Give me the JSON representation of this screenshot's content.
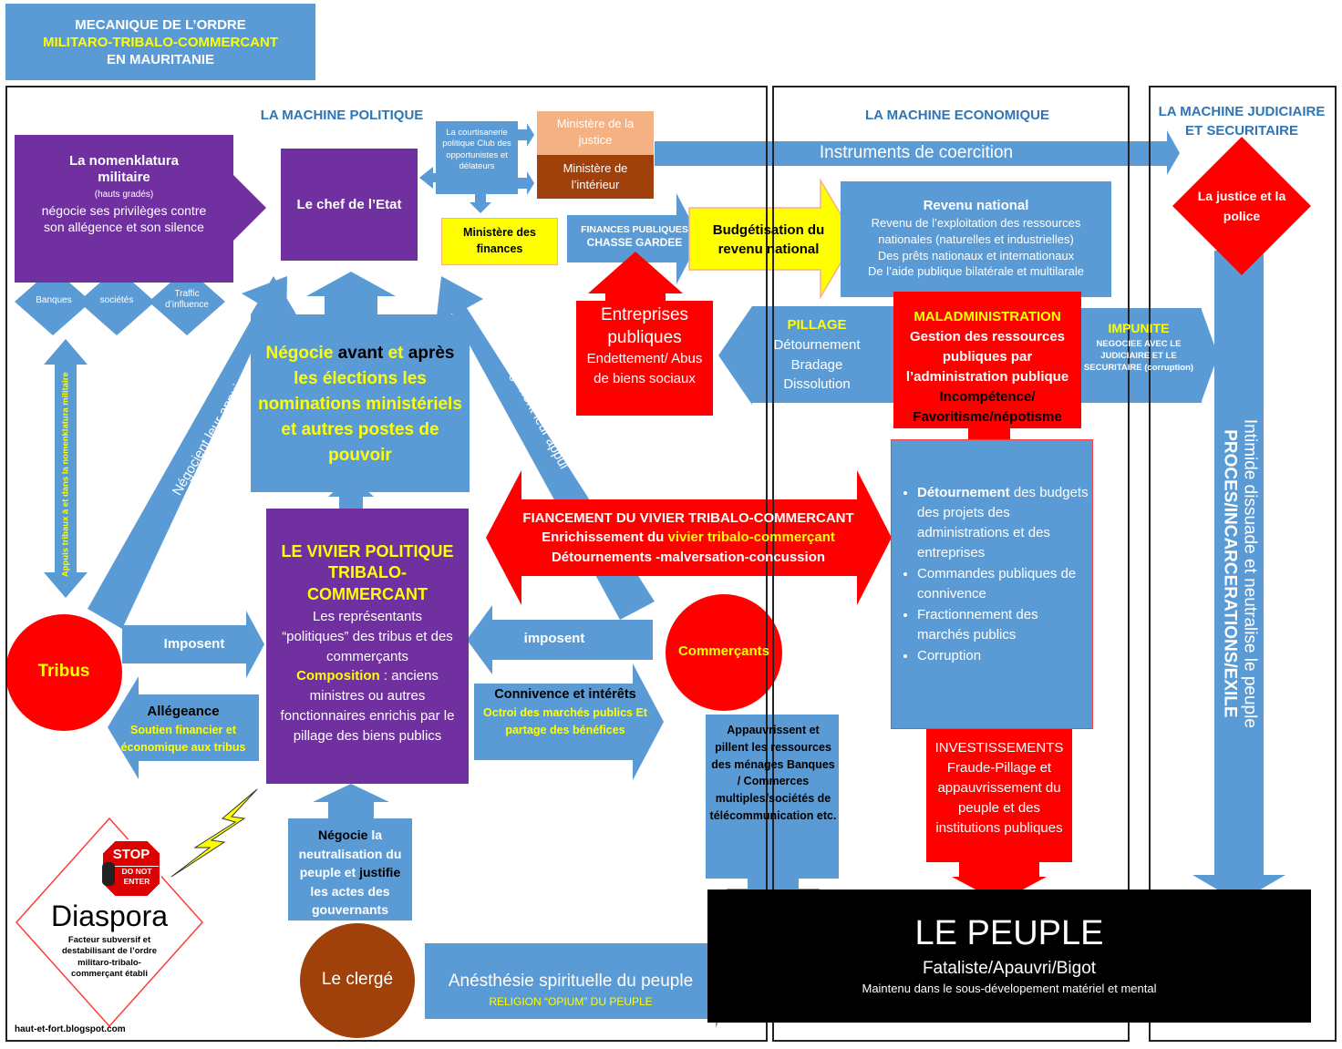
{
  "title": {
    "line1": "MECANIQUE DE L’ORDRE",
    "line2": "MILITARO-TRIBALO-COMMERCANT",
    "line3": "EN MAURITANIE"
  },
  "sections": {
    "politique": "LA MACHINE POLITIQUE",
    "economique": "LA MACHINE ECONOMIQUE",
    "judiciaire": "LA MACHINE JUDICIAIRE ET SECURITAIRE"
  },
  "nomenklatura": {
    "title": "La nomenklatura militaire",
    "sub": "(hauts gradés)",
    "body": "négocie ses privilèges contre son allégence et son silence"
  },
  "diamonds": {
    "banques": "Banques",
    "societes": "sociétés",
    "trafic": "Traffic d’influence"
  },
  "chef_etat": "Le chef de l’Etat",
  "courtisanerie": "La courtisanerie politique Club des opportunistes et délateurs",
  "ministere_justice": "Ministère de la justice",
  "ministere_interieur": "Ministère de l’intérieur",
  "ministere_finances": "Ministère des finances",
  "instruments": "Instruments de coercition",
  "finances_publiques": {
    "line1": "FINANCES PUBLIQUES",
    "line2": "CHASSE GARDEE"
  },
  "budgetisation": "Budgétisation du revenu national",
  "revenu": {
    "title": "Revenu national",
    "l1": "Revenu de l’exploitation des ressources nationales (naturelles et industrielles)",
    "l2": "Des prêts nationaux et internationaux",
    "l3": "De l’aide publique bilatérale et multilarale"
  },
  "justice_police": "La justice et la police",
  "entreprises": {
    "title": "Entreprises publiques",
    "body": "Endettement/ Abus de biens sociaux"
  },
  "pillage": {
    "title": "PILLAGE",
    "l1": "Détournement",
    "l2": "Bradage",
    "l3": "Dissolution"
  },
  "maladmin": {
    "title": "MALADMINISTRATION",
    "l1": "Gestion des ressources publiques par l’administration publique",
    "l2": "Incompétence/ Favoritisme/népotisme"
  },
  "impunite": {
    "title": "IMPUNITE",
    "body": "NEGOCIEE AVEC LE JUDICIAIRE ET LE SECURITAIRE (corruption)"
  },
  "negocie_center": {
    "p1": "Négocie",
    "p2": " avant ",
    "p3": "et",
    "p4": " après",
    "p5": "les élections les nominations ministériels et autres postes de pouvoir"
  },
  "appuis_tribaux": "Appuis tribaux à et dans la nomenklatura militaire",
  "negocient_left": "Négocient leur appui",
  "negocient_right": "Négocient leur appui",
  "financement": {
    "l1": "FIANCEMENT DU VIVIER TRIBALO-COMMERCANT",
    "l2a": "Enrichissement du ",
    "l2b": "vivier tribalo-commerçant",
    "l3": "Détournements -malversation-concussion"
  },
  "detournements_list": [
    {
      "bold": "Détournement",
      "rest": " des budgets des projets des administrations et des entreprises"
    },
    {
      "bold": "",
      "rest": "Commandes publiques de connivence"
    },
    {
      "bold": "",
      "rest": "Fractionnement des marchés publics"
    },
    {
      "bold": "",
      "rest": "Corruption"
    }
  ],
  "vivier": {
    "title": "LE VIVIER POLITIQUE TRIBALO-COMMERCANT",
    "body": "Les représentants “politiques” des tribus et des commerçants",
    "compo_label": "Composition",
    "compo_body": " : anciens ministres ou autres fonctionnaires enrichis par le pillage des biens publics"
  },
  "tribus": "Tribus",
  "imposent_left": "Imposent",
  "imposent_right": "imposent",
  "commercants": "Commerçants",
  "allegeance": {
    "title": "Allégeance",
    "body": "Soutien financier et économique aux tribus"
  },
  "connivence": {
    "title": "Connivence et intérêts",
    "body": "Octroi des marchés publics Et partage des bénéfices"
  },
  "appauvrissent": "Appauvrissent et pillent les ressources des ménages Banques / Commerces multiples/sociétés de télécommunication etc.",
  "investissements": {
    "title": "INVESTISSEMENTS",
    "body": "Fraude-Pillage et appauvrissement du peuple et des institutions publiques"
  },
  "intimide": "Intimide dissuade et neutralise le peuple",
  "proces": "PROCES/INCARCERATIONS/EXILE",
  "negocie_bottom": {
    "p1": "Négocie",
    "p2": " la neutralisation du peuple et ",
    "p3": "justifie",
    "p4": " les actes des gouvernants"
  },
  "stop": {
    "l1": "STOP",
    "l2": "DO NOT",
    "l3": "ENTER"
  },
  "diaspora": {
    "title": "Diaspora",
    "body": "Facteur subversif et destabilisant de l’ordre militaro-tribalo-commerçant établi"
  },
  "clerge": "Le clergé",
  "anesthesie": {
    "title": "Anésthésie spirituelle du peuple",
    "sub": "RELIGION “OPIUM” DU PEUPLE"
  },
  "peuple": {
    "title": "LE PEUPLE",
    "sub": "Fataliste/Apauvri/Bigot",
    "body": "Maintenu dans le sous-dévelopement matériel et mental"
  },
  "footer": "haut-et-fort.blogspot.com",
  "colors": {
    "blue": "#5b9bd5",
    "purple": "#7030a0",
    "red": "#ff0000",
    "yellow": "#ffff00",
    "orange": "#f4b183",
    "brown": "#c55a11",
    "dark_brown": "#a0400a",
    "clerge": "#a0400a"
  }
}
